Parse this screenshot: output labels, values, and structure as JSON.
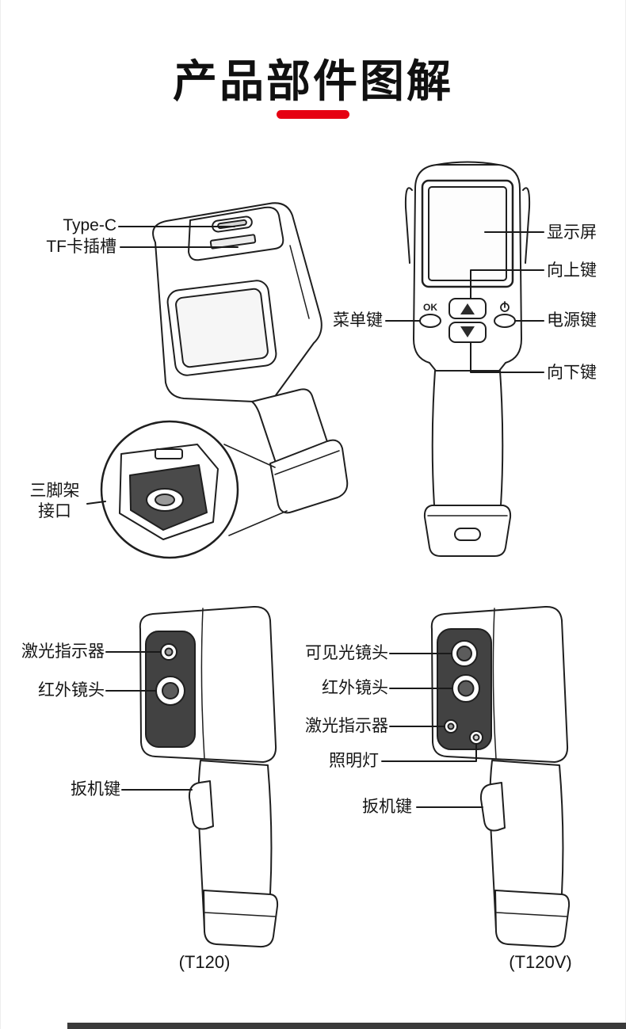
{
  "page": {
    "title": "产品部件图解",
    "accent_color": "#e60012"
  },
  "side_view": {
    "labels": {
      "type_c": "Type-C",
      "tf_card_slot": "TF卡插槽",
      "tripod_line1": "三脚架",
      "tripod_line2": "接口"
    }
  },
  "front_view": {
    "ok_text": "OK",
    "labels": {
      "display": "显示屏",
      "up_key": "向上键",
      "menu_key": "菜单键",
      "power_key": "电源键",
      "down_key": "向下键"
    }
  },
  "t120": {
    "caption": "(T120)",
    "labels": {
      "laser_indicator": "激光指示器",
      "ir_lens": "红外镜头",
      "trigger_key": "扳机键"
    }
  },
  "t120v": {
    "caption": "(T120V)",
    "labels": {
      "visible_lens": "可见光镜头",
      "ir_lens": "红外镜头",
      "laser_indicator": "激光指示器",
      "illumination_light": "照明灯",
      "trigger_key": "扳机键"
    }
  }
}
